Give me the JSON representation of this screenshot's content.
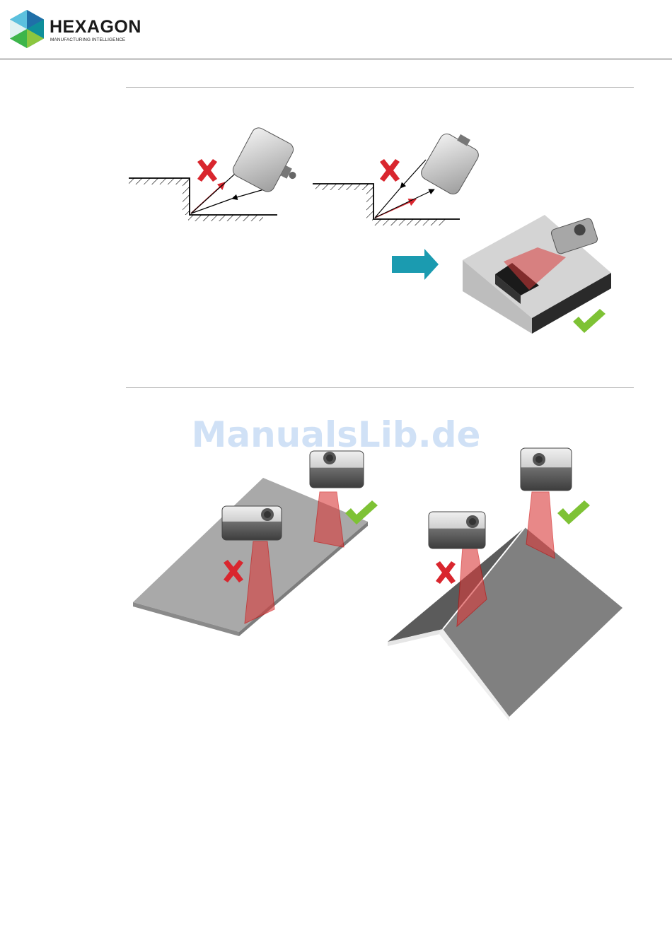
{
  "brand": {
    "name": "HEXAGON",
    "tagline": "MANUFACTURING INTELLIGENCE",
    "colors": {
      "teal": "#2aa6a8",
      "green": "#8cc63f",
      "blue": "#1f6fa8"
    }
  },
  "watermark": {
    "text": "ManualsLib.de"
  },
  "figures": {
    "top": {
      "marks": [
        "cross-icon",
        "cross-icon",
        "check-icon"
      ],
      "arrow": "arrow-right-icon",
      "colors": {
        "arrow": "#1b9bb0",
        "cross": "#d9262e",
        "check": "#7ec235",
        "beam": "#d93a3a"
      }
    },
    "bottom": {
      "marks": [
        "check-icon",
        "cross-icon",
        "check-icon",
        "cross-icon"
      ]
    }
  }
}
